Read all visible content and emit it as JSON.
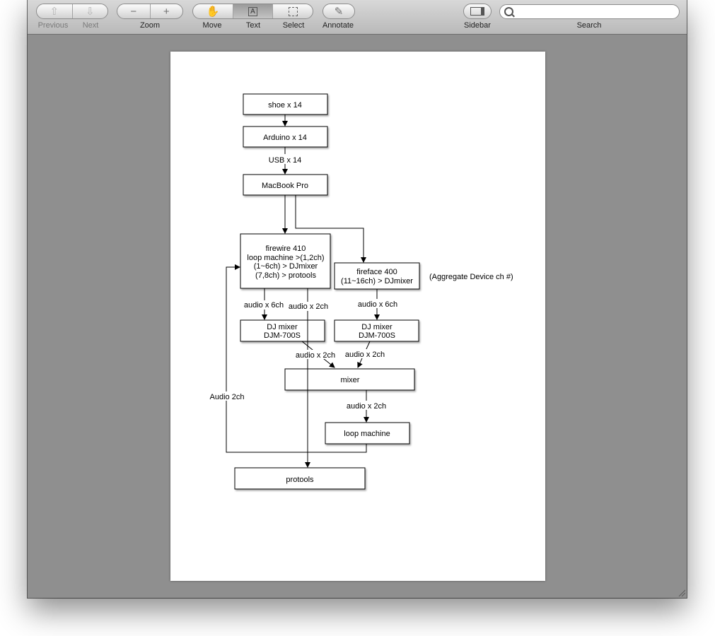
{
  "toolbar": {
    "previous_label": "Previous",
    "next_label": "Next",
    "zoom_label": "Zoom",
    "move_label": "Move",
    "text_label": "Text",
    "select_label": "Select",
    "annotate_label": "Annotate",
    "sidebar_label": "Sidebar",
    "search_label": "Search",
    "search_value": "",
    "active_tool": "Text"
  },
  "diagram": {
    "nodes": {
      "shoe": "shoe x 14",
      "arduino": "Arduino x 14",
      "macbook": "MacBook Pro",
      "firewire": [
        "firewire 410",
        "loop machine >(1,2ch)",
        "(1~6ch) > DJmixer",
        "(7,8ch) > protools"
      ],
      "fireface": [
        "fireface 400",
        "(11~16ch) > DJmixer"
      ],
      "djmixer1": [
        "DJ mixer",
        "DJM-700S"
      ],
      "djmixer2": [
        "DJ mixer",
        "DJM-700S"
      ],
      "mixer": "mixer",
      "loop_machine": "loop machine",
      "protools": "protools"
    },
    "labels": {
      "usb": "USB x 14",
      "aggregate": "(Aggregate Device ch #)",
      "audio6_left": "audio x 6ch",
      "audio2_top": "audio x 2ch",
      "audio6_right": "audio x 6ch",
      "audio2_mid_left": "audio x 2ch",
      "audio2_mid_right": "audio x 2ch",
      "audio2_mixer": "audio x 2ch",
      "audio2ch_feedback": "Audio 2ch"
    }
  }
}
